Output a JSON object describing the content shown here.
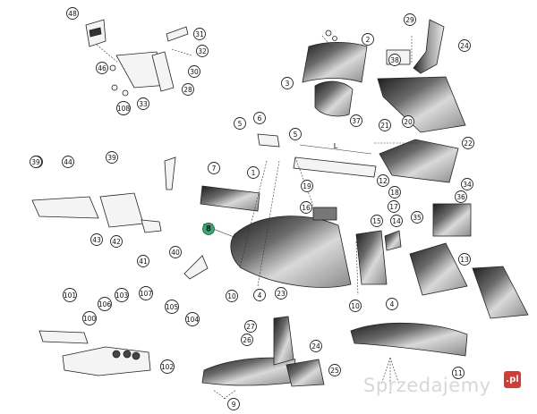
{
  "labels": [
    "48",
    "31",
    "32",
    "30",
    "46",
    "28",
    "33",
    "108",
    "2",
    "29",
    "24",
    "39",
    "38",
    "3",
    "37",
    "20",
    "21",
    "22",
    "34",
    "36",
    "5",
    "6",
    "5",
    "7",
    "1",
    "19",
    "L",
    "18",
    "12",
    "17",
    "16",
    "15",
    "35",
    "14",
    "13",
    "8",
    "40",
    "39",
    "44",
    "39",
    "43",
    "42",
    "41",
    "101",
    "100",
    "106",
    "103",
    "107",
    "105",
    "104",
    "102",
    "10",
    "4",
    "23",
    "27",
    "26",
    "24",
    "25",
    "9",
    "11",
    "4",
    "10"
  ],
  "highlight_label": "8",
  "dimension_letter": "L",
  "watermark": {
    "text": "Sprzedajemy",
    "badge": ".pl"
  }
}
